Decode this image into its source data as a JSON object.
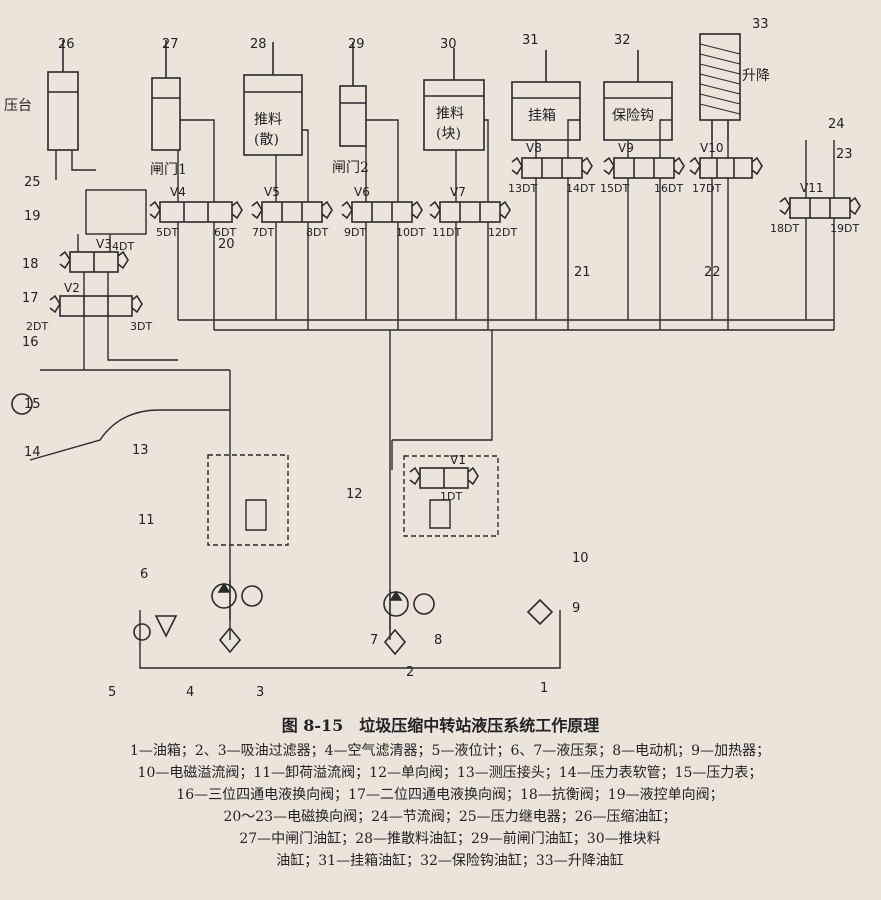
{
  "colors": {
    "ink": "#2a2a2a",
    "paper": "#ece4da"
  },
  "numbers": [
    "1",
    "2",
    "3",
    "4",
    "5",
    "6",
    "7",
    "8",
    "9",
    "10",
    "11",
    "12",
    "13",
    "14",
    "15",
    "16",
    "17",
    "18",
    "19",
    "20",
    "21",
    "22",
    "23",
    "24",
    "25",
    "26",
    "27",
    "28",
    "29",
    "30",
    "31",
    "32",
    "33"
  ],
  "labels": {
    "press_table": "压台",
    "gate1": "闸门1",
    "gate2": "闸门2",
    "push_loose_l1": "推料",
    "push_loose_l2": "(散)",
    "push_block_l1": "推料",
    "push_block_l2": "(块)",
    "hang_box": "挂箱",
    "safety_hook": "保险钩",
    "lift": "升降"
  },
  "valves": [
    "V1",
    "V2",
    "V3",
    "V4",
    "V5",
    "V6",
    "V7",
    "V8",
    "V9",
    "V10",
    "V11"
  ],
  "solenoids": [
    "1DT",
    "2DT",
    "3DT",
    "4DT",
    "5DT",
    "6DT",
    "7DT",
    "8DT",
    "9DT",
    "10DT",
    "11DT",
    "12DT",
    "13DT",
    "14DT",
    "15DT",
    "16DT",
    "17DT",
    "18DT",
    "19DT"
  ],
  "caption": "图 8-15　垃圾压缩中转站液压系统工作原理",
  "legend": [
    "1—油箱；2、3—吸油过滤器；4—空气滤清器；5—液位计；6、7—液压泵；8—电动机；9—加热器；",
    "10—电磁溢流阀；11—卸荷溢流阀；12—单向阀；13—测压接头；14—压力表软管；15—压力表；",
    "16—三位四通电液换向阀；17—二位四通电液换向阀；18—抗衡阀；19—液控单向阀；",
    "20～23—电磁换向阀；24—节流阀；25—压力继电器；26—压缩油缸；",
    "27—中闸门油缸；28—推散料油缸；29—前闸门油缸；30—推块料",
    "油缸；31—挂箱油缸；32—保险钩油缸；33—升降油缸"
  ]
}
